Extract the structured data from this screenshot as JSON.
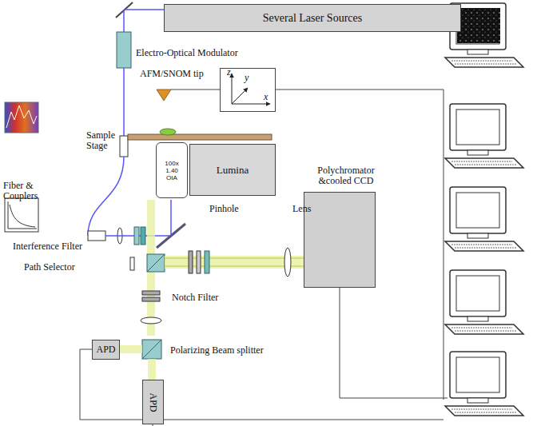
{
  "diagram": {
    "nodes": [
      {
        "text": [
          "Several Laser Sources"
        ]
      },
      {
        "text": [
          "z",
          "y",
          "x"
        ]
      },
      {
        "text": [
          "100x 1.40 OIA"
        ]
      },
      {
        "text": [
          "Lumina"
        ]
      },
      {
        "text": [
          "Polychromator &cooled CCD"
        ]
      },
      {
        "text": [
          "APD"
        ]
      },
      {
        "text": [
          "APD"
        ]
      }
    ],
    "labels": [
      "Electro-Optical Modulator",
      "AFM/SNOM tip",
      "Sample Stage",
      "Fiber & Couplers",
      "Interference Filter",
      "Path Selector",
      "Pinhole",
      "Lens",
      "Notch Filter",
      "Polarizing Beam splitter"
    ]
  }
}
